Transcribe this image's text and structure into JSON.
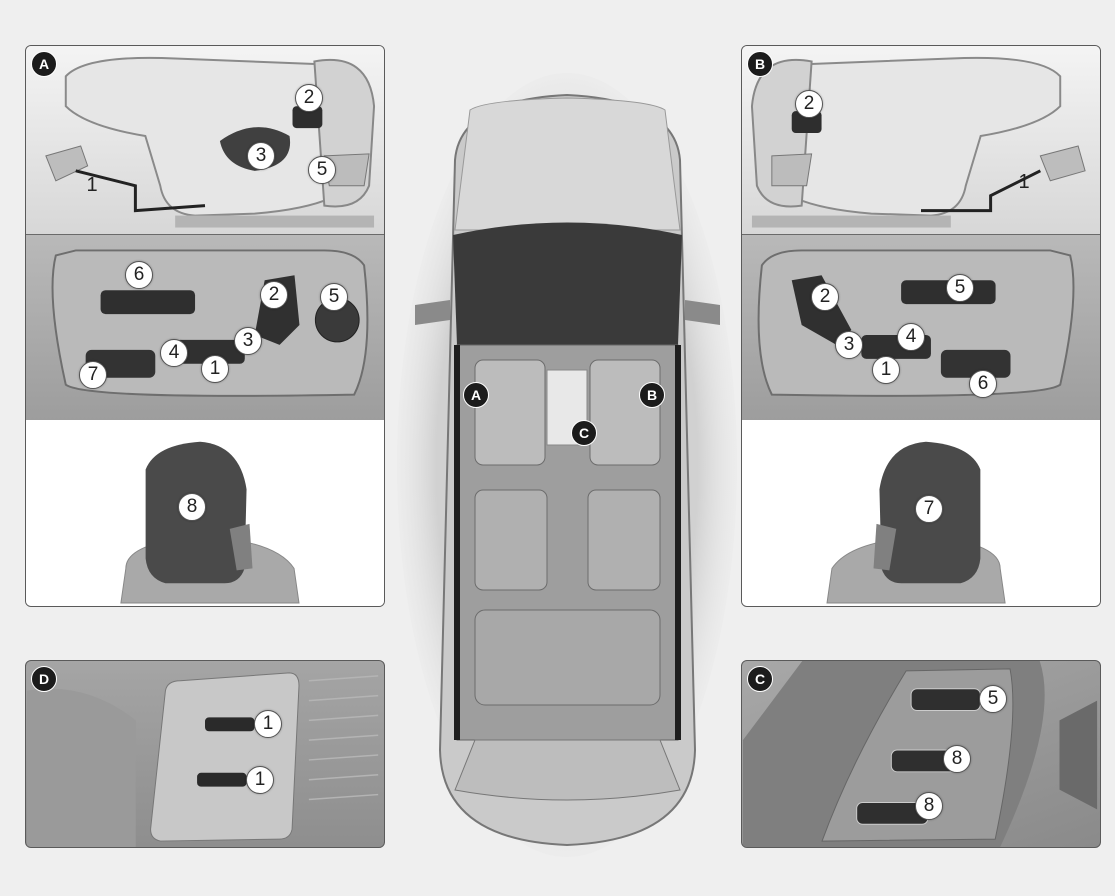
{
  "panel_a": {
    "marker": "A",
    "seat_labels": [
      "2",
      "3",
      "5"
    ],
    "lever_label": "1",
    "switch_labels": [
      "6",
      "2",
      "5",
      "4",
      "3",
      "7",
      "1"
    ],
    "headrest_label": "8"
  },
  "panel_b": {
    "marker": "B",
    "seat_labels": [
      "2"
    ],
    "lever_label": "1",
    "switch_labels": [
      "2",
      "5",
      "3",
      "4",
      "1",
      "6"
    ],
    "headrest_label": "7"
  },
  "panel_d": {
    "marker": "D",
    "switch_labels": [
      "1",
      "1"
    ]
  },
  "panel_c": {
    "marker": "C",
    "switch_labels": [
      "5",
      "8",
      "8"
    ]
  },
  "car": {
    "markers": [
      "A",
      "B",
      "C"
    ]
  },
  "colors": {
    "background": "#efefef",
    "panel_border": "#5a5a5a",
    "marker_fill": "#1c1c1c",
    "car_body": "#c9c9c9"
  }
}
